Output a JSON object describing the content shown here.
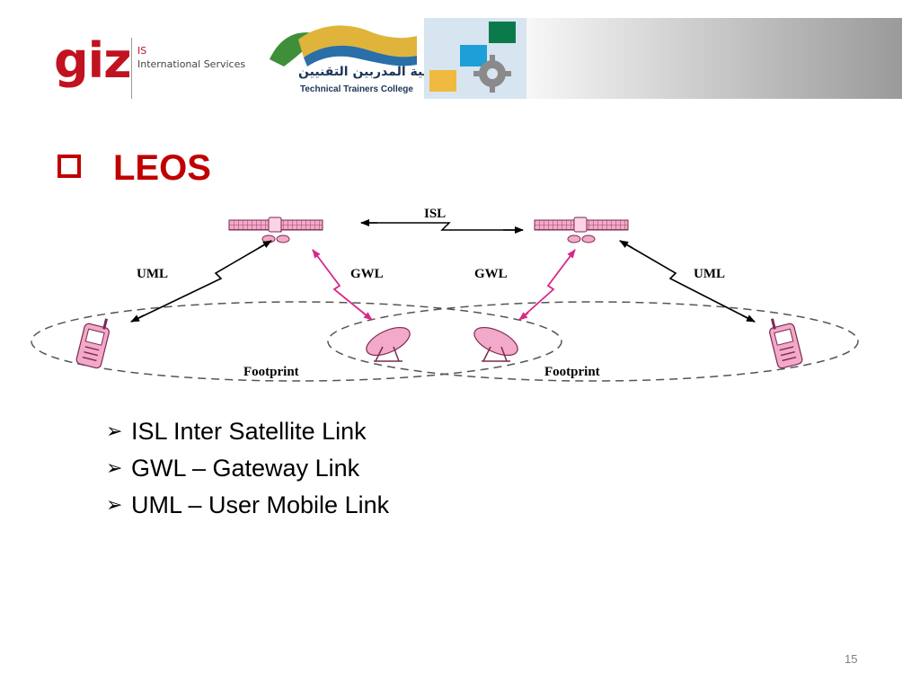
{
  "header": {
    "giz_word": "giz",
    "giz_is": "IS",
    "giz_services": "International Services",
    "college_arabic": "كلية المدربين التقنيين",
    "college_english": "Technical Trainers College"
  },
  "title": "LEOS",
  "diagram": {
    "labels": {
      "isl": "ISL",
      "uml_left": "UML",
      "gwl_left": "GWL",
      "gwl_right": "GWL",
      "uml_right": "UML",
      "footprint_left": "Footprint",
      "footprint_right": "Footprint"
    },
    "colors": {
      "link_pink": "#d6288a",
      "satellite_pink": "#f3a9c9",
      "dash": "#555555"
    }
  },
  "bullets": [
    "ISL Inter Satellite Link",
    "GWL – Gateway Link",
    "UML – User Mobile Link"
  ],
  "page_number": "15"
}
